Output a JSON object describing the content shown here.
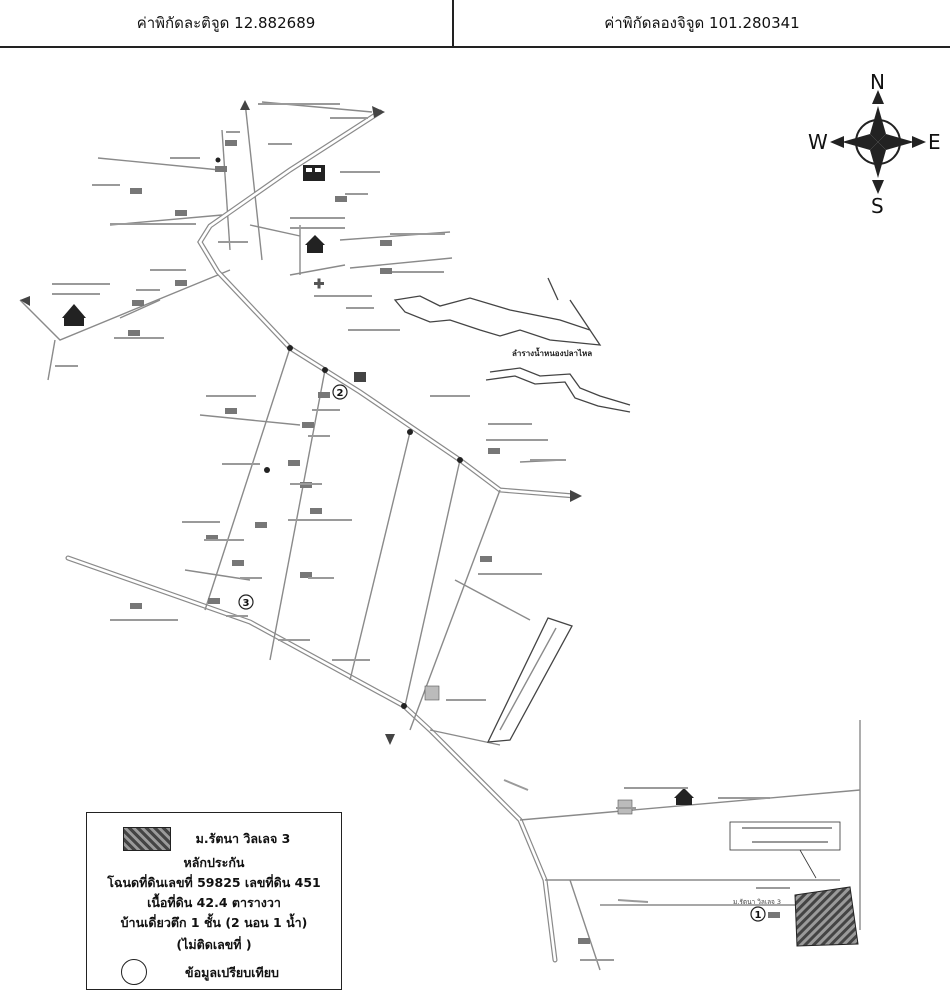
{
  "header": {
    "latitude": "ค่าพิกัดละติจูด 12.882689",
    "longitude": "ค่าพิกัดลองจิจูด 101.280341"
  },
  "compass": {
    "north": "N",
    "south": "S",
    "east": "E",
    "west": "W"
  },
  "map": {
    "canal_label": "ลำรางน้ำหนองปลาไหล",
    "markers": [
      {
        "number": "1",
        "label": "ม.รัตนา วิลเลจ 3"
      },
      {
        "number": "2",
        "label": ""
      },
      {
        "number": "3",
        "label": ""
      }
    ]
  },
  "legend": {
    "project_name": "ม.รัตนา วิลเลจ 3",
    "collateral_heading": "หลักประกัน",
    "deed": "โฉนดที่ดินเลขที่ 59825 เลขที่ดิน 451",
    "area": "เนื้อที่ดิน 42.4 ตารางวา",
    "building": "บ้านเดี่ยวตึก 1 ชั้น (2 นอน 1 น้ำ)",
    "house_number": "(ไม่ติดเลขที่ )",
    "comparison_heading": "ข้อมูลเปรียบเทียบ"
  }
}
